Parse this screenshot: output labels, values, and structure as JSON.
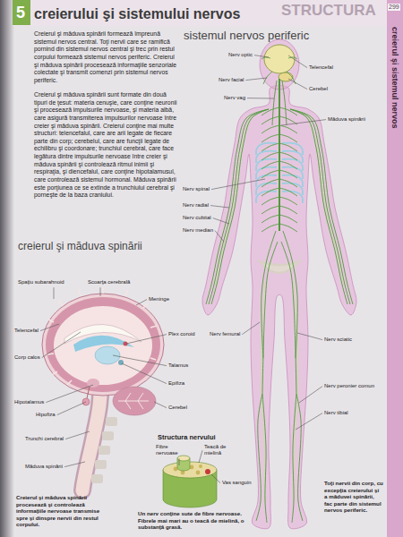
{
  "diagram": {
    "title": "creierului şi sistemului nervos",
    "nodes": [
      {
        "text": [
          "creierul şi sistemul nervos"
        ]
      }
    ],
    "labels": [
      "STRUCTURA",
      "5",
      "299",
      "Creierul şi măduva spinării formează împreună sistemul nervos central. Toţi nervii care se ramifică pornind din sistemul nervos central şi trec prin restul corpului formează sistemul nervos periferic. Creierul şi măduva spinării procesează informaţiile senzoriale colectate şi transmit comenzi prin sistemul nervos periferic.",
      "Creierul şi măduva spinării sunt formate din două tipuri de ţesut: materia cenuşie, care conţine neuronii şi procesează impulsurile nervoase, şi materia albă, care asigură transmiterea impulsurilor nervoase între creier şi măduva spinării. Creierul conţine mai multe structuri: telencefalul, care are arii legate de fiecare parte din corp; cerebelul, care are funcţii legate de echilibru şi coordonare; trunchiul cerebral, care face legătura dintre impulsurile nervoase între creier şi măduva spinării şi controlează ritmul inimii şi respiraţia, şi diencefalul, care conţine hipotalamusul, care controlează sistemul hormonal. Măduva spinării este porţiunea ce se extinde a trunchiului cerebral şi porneşte de la baza craniului.",
      "sistemul nervos periferic",
      "creierul şi măduva spinării",
      "Spaţiu subarahnoid",
      "Scoarţa cerebrală",
      "Meninge",
      "Telencefal",
      "Plex coroid",
      "Corp calos",
      "Talamus",
      "Hipotalamus",
      "Hipofiza",
      "Epifiza",
      "Cerebel",
      "Trunchi cerebral",
      "Măduva spinării",
      "Nerv optic",
      "Telencefal",
      "Nerv facial",
      "Nerv vag",
      "Cerebel",
      "Măduva spinării",
      "Nerv spinal",
      "Nerv radial",
      "Nerv cubital",
      "Nerv median",
      "Nerv femural",
      "Nerv sciatic",
      "Nerv peronier comun",
      "Nerv tibial",
      "Structura nervului",
      "Fibre nervoase",
      "Teacă de mielină",
      "Vas sanguin",
      "Un nerv conţine sute de fibre nervoase. Fibrele mai mari au o teacă de mielină, o substanţă grasă.",
      "Creierul şi măduva spinării procesează şi controlează informaţiile nervoase transmise spre şi dinspre nervii din restul corpului.",
      "Toţi nervii din corp, cu excepţia creierului şi a măduvei spinării, fac parte din sistemul nervos periferic."
    ]
  }
}
